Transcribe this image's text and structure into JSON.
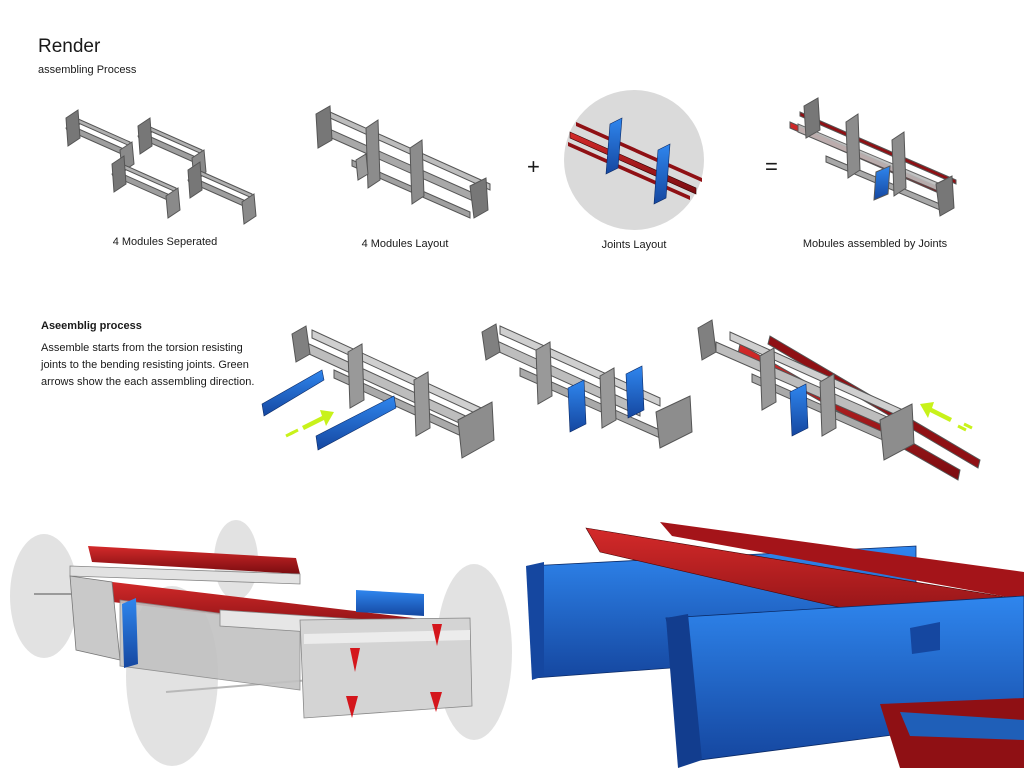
{
  "header": {
    "title": "Render",
    "subtitle": "assembling Process"
  },
  "steps": [
    {
      "label": "4 Modules Seperated"
    },
    {
      "label": "4 Modules Layout"
    },
    {
      "label": "Joints Layout"
    },
    {
      "label": "Mobules assembled by Joints"
    }
  ],
  "operators": {
    "plus": "+",
    "equals": "="
  },
  "process": {
    "heading": "Aseemblig process",
    "description": "Assemble starts from the torsion resisting joints to the bending resisting joints. Green arrows show the each assembling direction."
  },
  "colors": {
    "steel": "#b9b9b9",
    "steel_dark": "#6e6e6e",
    "joint_blue": "#1f5fb8",
    "joint_red": "#b3161b",
    "arrow_green": "#c8f21a",
    "circle_bg": "#dadada"
  }
}
